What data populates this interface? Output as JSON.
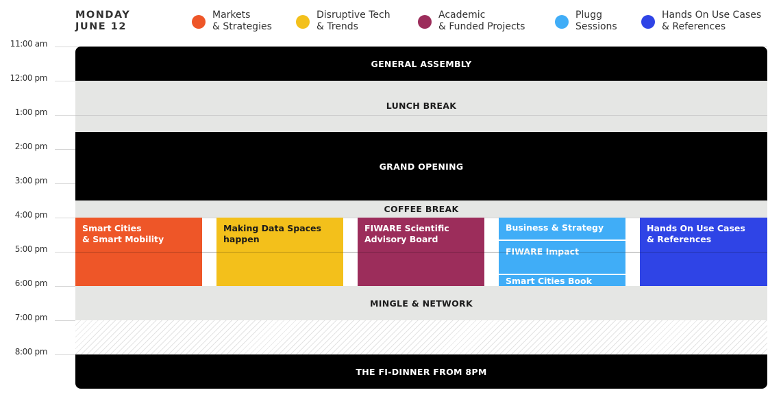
{
  "header": {
    "day": "MONDAY",
    "date": "JUNE 12"
  },
  "legend": [
    {
      "line1": "Markets",
      "line2": "& Strategies",
      "color": "#ee5628"
    },
    {
      "line1": "Disruptive Tech",
      "line2": "& Trends",
      "color": "#f3c01b"
    },
    {
      "line1": "Academic",
      "line2": "& Funded Projects",
      "color": "#9c2d5b"
    },
    {
      "line1": "Plugg",
      "line2": "Sessions",
      "color": "#40adf7"
    },
    {
      "line1": "Hands On Use Cases",
      "line2": "& References",
      "color": "#2f44e6"
    }
  ],
  "times": [
    "11:00 am",
    "12:00 pm",
    "1:00 pm",
    "2:00 pm",
    "3:00 pm",
    "4:00 pm",
    "5:00 pm",
    "6:00 pm",
    "7:00 pm",
    "8:00 pm"
  ],
  "blocks": {
    "general_assembly": "GENERAL ASSEMBLY",
    "lunch_break": "LUNCH BREAK",
    "grand_opening": "GRAND OPENING",
    "coffee_break": "COFFEE BREAK",
    "mingle_network": "MINGLE & NETWORK",
    "fi_dinner": "THE FI-DINNER FROM 8PM"
  },
  "sessions": {
    "markets": {
      "line1": "Smart Cities",
      "line2": "& Smart Mobility",
      "color": "#ee5628"
    },
    "disruptive": {
      "line1": "Making Data Spaces",
      "line2": "happen",
      "color": "#f3c01b"
    },
    "academic": {
      "line1": "FIWARE Scientific",
      "line2": "Advisory Board",
      "color": "#9c2d5b"
    },
    "plugg": {
      "color": "#40adf7",
      "items": [
        "Business & Strategy",
        "FIWARE Impact",
        "Smart Cities Book"
      ]
    },
    "hands_on": {
      "line1": "Hands On Use Cases",
      "line2": "& References",
      "color": "#2f44e6"
    }
  }
}
